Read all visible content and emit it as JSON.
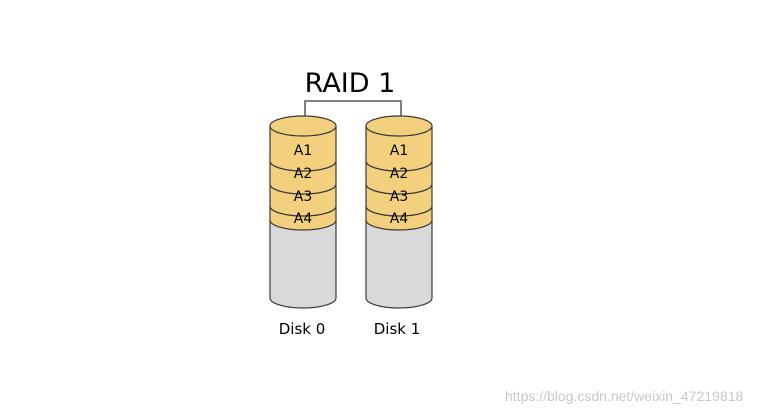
{
  "title": "RAID 1",
  "disks": [
    {
      "label": "Disk 0",
      "blocks": [
        "A1",
        "A2",
        "A3",
        "A4"
      ]
    },
    {
      "label": "Disk 1",
      "blocks": [
        "A1",
        "A2",
        "A3",
        "A4"
      ]
    }
  ],
  "watermark": "https://blog.csdn.net/weixin_47219818",
  "colors": {
    "block_fill": "#f2d07e",
    "empty_fill": "#d9d9d9",
    "stroke": "#3a3a3a"
  }
}
